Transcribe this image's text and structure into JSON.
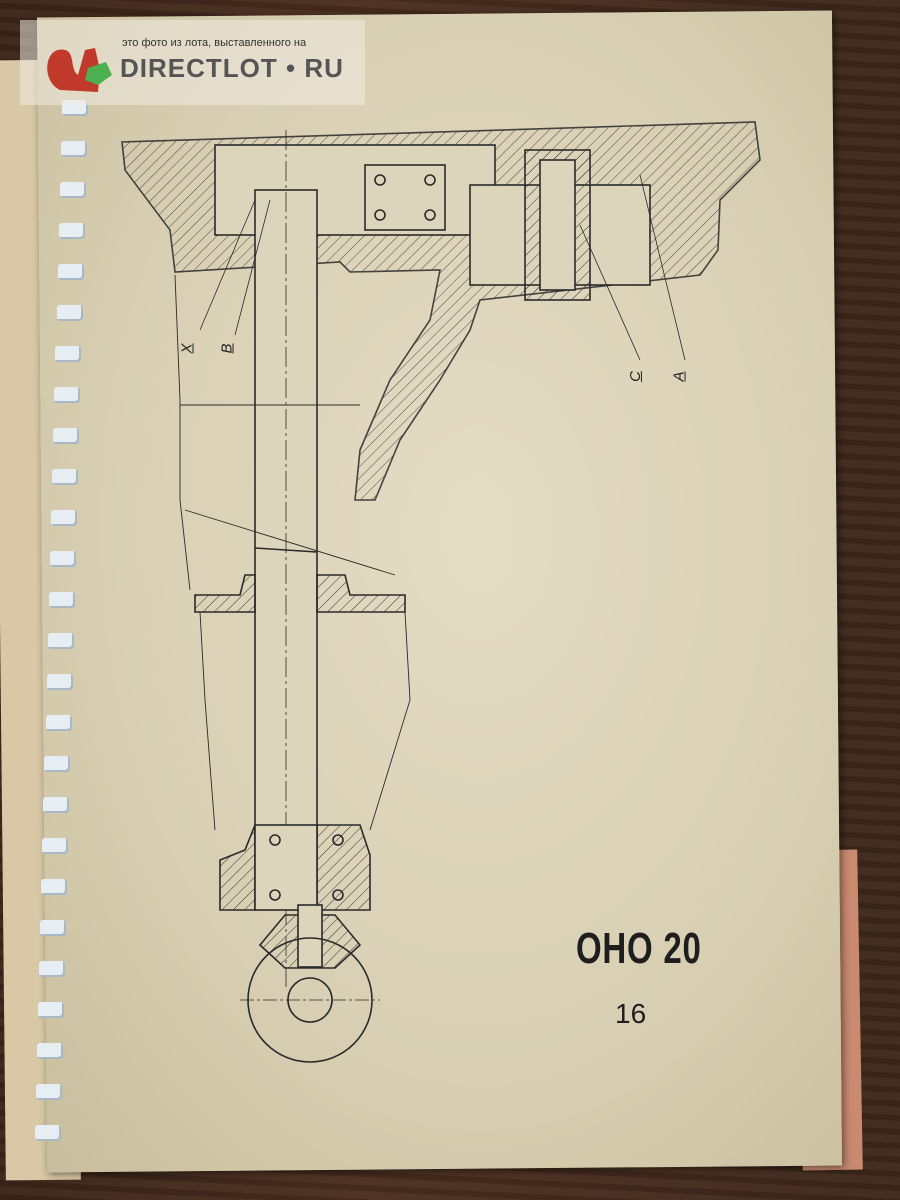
{
  "watermark": {
    "caption": "это фото из лота, выставленного на",
    "brand": "DIRECTLOT • RU"
  },
  "drawing": {
    "labels": {
      "x": "X",
      "b": "B",
      "c": "C",
      "a": "A"
    },
    "model": "OHO 20",
    "page_number": "16"
  },
  "colors": {
    "paper": "#ddd5bb",
    "ink": "#2a2a2a",
    "binding": "#e6eef4"
  }
}
